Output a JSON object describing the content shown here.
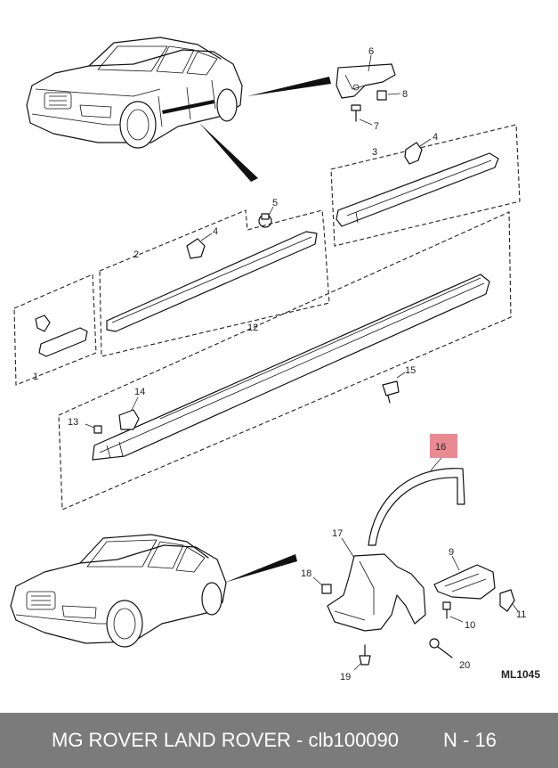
{
  "highlight_color": "#e98a93",
  "callouts": {
    "c1": "1",
    "c2": "2",
    "c3": "3",
    "c4a": "4",
    "c4b": "4",
    "c5": "5",
    "c6": "6",
    "c7": "7",
    "c8": "8",
    "c9": "9",
    "c10": "10",
    "c11": "11",
    "c12": "12",
    "c13": "13",
    "c14": "14",
    "c15": "15",
    "c16": "16",
    "c17": "17",
    "c18": "18",
    "c19": "19",
    "c20": "20"
  },
  "diagram_ref": "ML1045",
  "footer": {
    "title": "MG ROVER LAND ROVER - clb100090",
    "page": "N - 16"
  }
}
